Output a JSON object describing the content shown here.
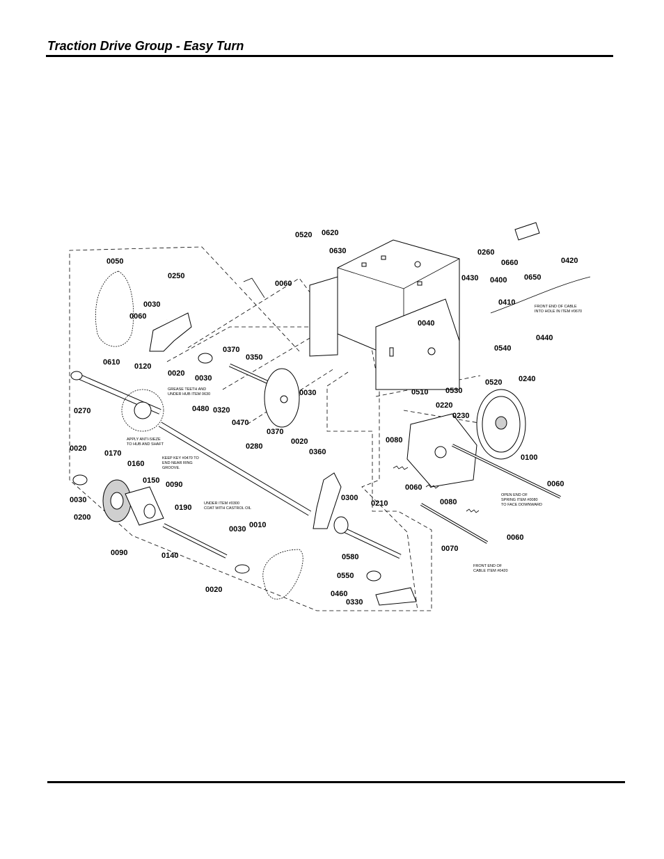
{
  "header": {
    "title": "Traction Drive Group - Easy Turn"
  },
  "diagram": {
    "callouts": [
      {
        "id": "c0520",
        "text": "0520"
      },
      {
        "id": "c0620",
        "text": "0620"
      },
      {
        "id": "c0630",
        "text": "0630"
      },
      {
        "id": "c0260",
        "text": "0260"
      },
      {
        "id": "c0660",
        "text": "0660"
      },
      {
        "id": "c0650",
        "text": "0650"
      },
      {
        "id": "c0420",
        "text": "0420"
      },
      {
        "id": "c0050",
        "text": "0050"
      },
      {
        "id": "c0250",
        "text": "0250"
      },
      {
        "id": "c0060a",
        "text": "0060"
      },
      {
        "id": "c0430",
        "text": "0430"
      },
      {
        "id": "c0400",
        "text": "0400"
      },
      {
        "id": "c0410",
        "text": "0410"
      },
      {
        "id": "c0030a",
        "text": "0030"
      },
      {
        "id": "c0060b",
        "text": "0060"
      },
      {
        "id": "c0040",
        "text": "0040"
      },
      {
        "id": "c0440",
        "text": "0440"
      },
      {
        "id": "c0370a",
        "text": "0370"
      },
      {
        "id": "c0540",
        "text": "0540"
      },
      {
        "id": "c0610",
        "text": "0610"
      },
      {
        "id": "c0120",
        "text": "0120"
      },
      {
        "id": "c0020a",
        "text": "0020"
      },
      {
        "id": "c0030b",
        "text": "0030"
      },
      {
        "id": "c0350",
        "text": "0350"
      },
      {
        "id": "c0520b",
        "text": "0520"
      },
      {
        "id": "c0240",
        "text": "0240"
      },
      {
        "id": "c0510",
        "text": "0510"
      },
      {
        "id": "c0530",
        "text": "0530"
      },
      {
        "id": "c0270",
        "text": "0270"
      },
      {
        "id": "c0030c",
        "text": "0030"
      },
      {
        "id": "c0220",
        "text": "0220"
      },
      {
        "id": "c0480",
        "text": "0480"
      },
      {
        "id": "c0320",
        "text": "0320"
      },
      {
        "id": "c0470",
        "text": "0470"
      },
      {
        "id": "c0230",
        "text": "0230"
      },
      {
        "id": "c0370b",
        "text": "0370"
      },
      {
        "id": "c0020b",
        "text": "0020"
      },
      {
        "id": "c0080a",
        "text": "0080"
      },
      {
        "id": "c0280",
        "text": "0280"
      },
      {
        "id": "c0360",
        "text": "0360"
      },
      {
        "id": "c0100",
        "text": "0100"
      },
      {
        "id": "c0020c",
        "text": "0020"
      },
      {
        "id": "c0170",
        "text": "0170"
      },
      {
        "id": "c0160",
        "text": "0160"
      },
      {
        "id": "c0060c",
        "text": "0060"
      },
      {
        "id": "c0150",
        "text": "0150"
      },
      {
        "id": "c0090a",
        "text": "0090"
      },
      {
        "id": "c0030d",
        "text": "0030"
      },
      {
        "id": "c0190",
        "text": "0190"
      },
      {
        "id": "c0300",
        "text": "0300"
      },
      {
        "id": "c0210",
        "text": "0210"
      },
      {
        "id": "c0060d",
        "text": "0060"
      },
      {
        "id": "c0080b",
        "text": "0080"
      },
      {
        "id": "c0200",
        "text": "0200"
      },
      {
        "id": "c0090b",
        "text": "0090"
      },
      {
        "id": "c0140",
        "text": "0140"
      },
      {
        "id": "c0030e",
        "text": "0030"
      },
      {
        "id": "c0010",
        "text": "0010"
      },
      {
        "id": "c0580",
        "text": "0580"
      },
      {
        "id": "c0070",
        "text": "0070"
      },
      {
        "id": "c0060e",
        "text": "0060"
      },
      {
        "id": "c0550",
        "text": "0550"
      },
      {
        "id": "c0020d",
        "text": "0020"
      },
      {
        "id": "c0460",
        "text": "0460"
      },
      {
        "id": "c0330",
        "text": "0330"
      }
    ],
    "notes": {
      "cable_front_1": "FRONT END OF CABLE",
      "cable_front_2": "INTO HOLE IN ITEM #0670",
      "grease_1": "GREASE TEETH AND",
      "grease_2": "UNDER HUB ITEM 0630",
      "antiseize_1": "APPLY ANTI-SIEZE",
      "antiseize_2": "TO HUB AND SHAFT",
      "key_1": "KEEP KEY #0470 TO",
      "key_2": "END NEAR RING",
      "key_3": "GROOVE.",
      "under_1": "UNDER ITEM #0300",
      "under_2": "COAT WITH CASTROL OIL",
      "spring_1": "OPEN END OF",
      "spring_2": "SPRING ITEM #0080",
      "spring_3": "TO FACE DOWNWARD",
      "cable_end_1": "FRONT END OF",
      "cable_end_2": "CABLE ITEM #0420"
    }
  }
}
